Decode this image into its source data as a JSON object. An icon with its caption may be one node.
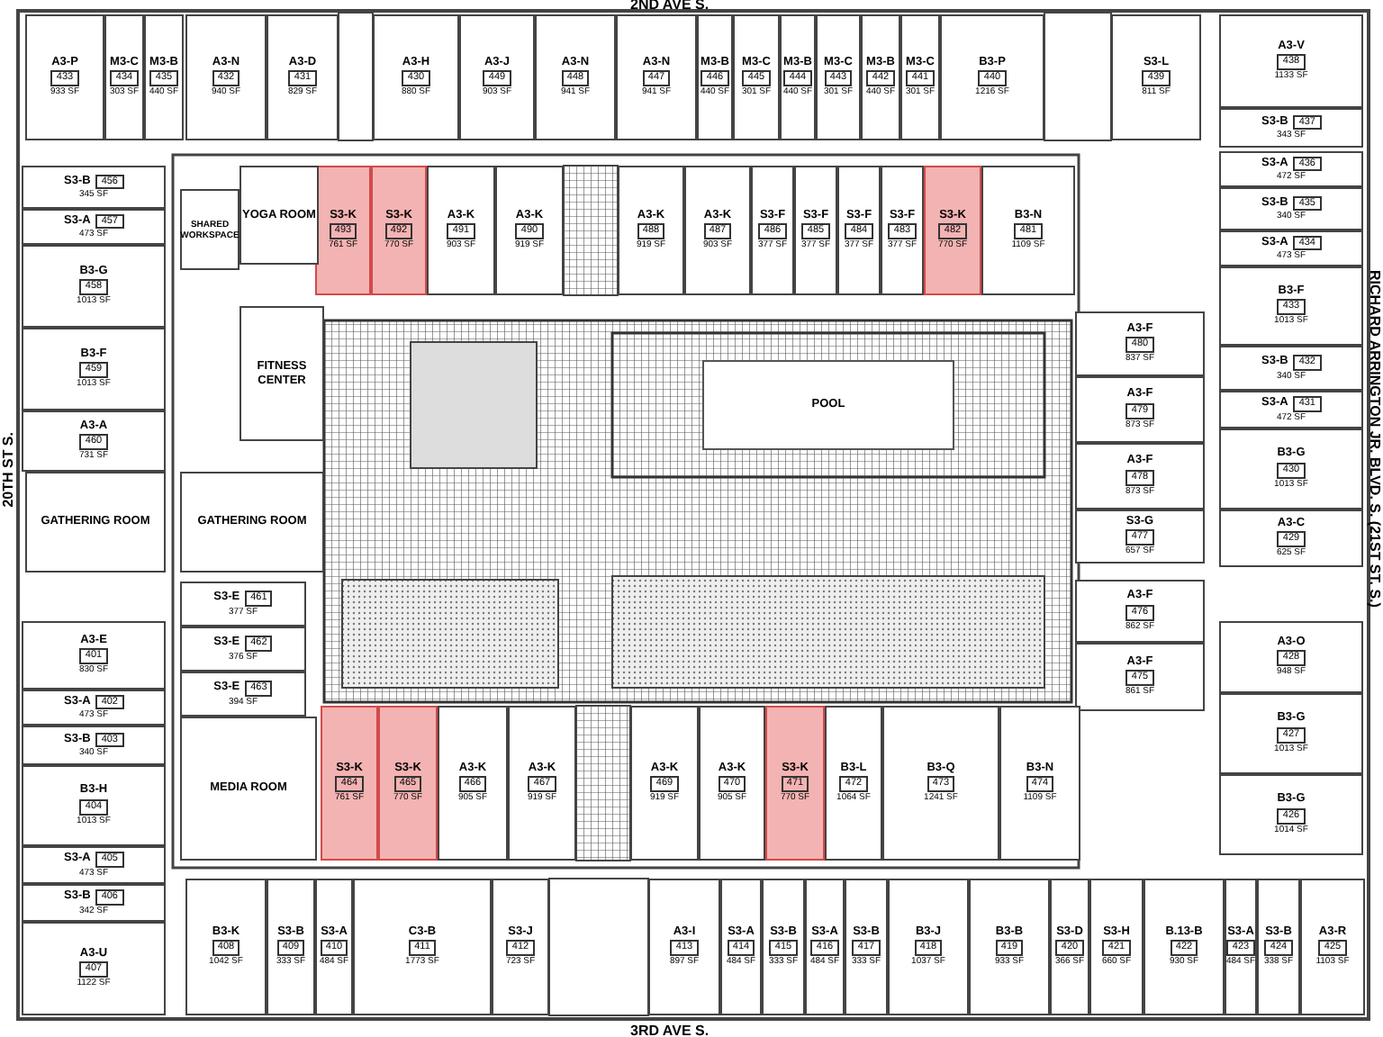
{
  "diagram": {
    "nodes": [
      {
        "text": [
          "A3-P",
          "433",
          "933 SF"
        ]
      },
      {
        "text": [
          "M3-C",
          "434",
          "303 SF"
        ]
      },
      {
        "text": [
          "M3-B",
          "435",
          "440 SF"
        ]
      },
      {
        "text": [
          "A3-N",
          "432",
          "940 SF"
        ]
      },
      {
        "text": [
          "A3-D",
          "431",
          "829 SF"
        ]
      },
      {
        "text": [
          "A3-H",
          "430",
          "880 SF"
        ]
      },
      {
        "text": [
          "A3-J",
          "449",
          "903 SF"
        ]
      },
      {
        "text": [
          "A3-N",
          "448",
          "941 SF"
        ]
      },
      {
        "text": [
          "A3-N",
          "447",
          "941 SF"
        ]
      },
      {
        "text": [
          "M3-B",
          "446",
          "440 SF"
        ]
      },
      {
        "text": [
          "M3-C",
          "445",
          "301 SF"
        ]
      },
      {
        "text": [
          "M3-B",
          "444",
          "440 SF"
        ]
      },
      {
        "text": [
          "M3-C",
          "443",
          "301 SF"
        ]
      },
      {
        "text": [
          "M3-B",
          "442",
          "440 SF"
        ]
      },
      {
        "text": [
          "M3-C",
          "441",
          "301 SF"
        ]
      },
      {
        "text": [
          "B3-P",
          "440",
          "1216 SF"
        ]
      },
      {
        "text": [
          "S3-L",
          "439",
          "811 SF"
        ]
      },
      {
        "text": [
          "A3-V",
          "438",
          "1133 SF"
        ]
      },
      {
        "text": [
          "S3-B",
          "437",
          "343 SF"
        ]
      },
      {
        "text": [
          "S3-A",
          "436",
          "472 SF"
        ]
      },
      {
        "text": [
          "S3-B",
          "435",
          "340 SF"
        ]
      },
      {
        "text": [
          "S3-A",
          "434",
          "473 SF"
        ]
      },
      {
        "text": [
          "B3-F",
          "433",
          "1013 SF"
        ]
      },
      {
        "text": [
          "S3-B",
          "432",
          "340 SF"
        ]
      },
      {
        "text": [
          "S3-A",
          "431",
          "472 SF"
        ]
      },
      {
        "text": [
          "B3-G",
          "430",
          "1013 SF"
        ]
      },
      {
        "text": [
          "A3-C",
          "429",
          "625 SF"
        ]
      },
      {
        "text": [
          "A3-O",
          "428",
          "948 SF"
        ]
      },
      {
        "text": [
          "B3-G",
          "427",
          "1013 SF"
        ]
      },
      {
        "text": [
          "B3-G",
          "426",
          "1014 SF"
        ]
      },
      {
        "text": [
          "A3-F",
          "480",
          "837 SF"
        ]
      },
      {
        "text": [
          "A3-F",
          "479",
          "873 SF"
        ]
      },
      {
        "text": [
          "A3-F",
          "478",
          "873 SF"
        ]
      },
      {
        "text": [
          "S3-G",
          "477",
          "657 SF"
        ]
      },
      {
        "text": [
          "A3-F",
          "476",
          "862 SF"
        ]
      },
      {
        "text": [
          "A3-F",
          "475",
          "861 SF"
        ]
      },
      {
        "text": [
          "S3-K",
          "493",
          "761 SF"
        ]
      },
      {
        "text": [
          "S3-K",
          "492",
          "770 SF"
        ]
      },
      {
        "text": [
          "A3-K",
          "491",
          "903 SF"
        ]
      },
      {
        "text": [
          "A3-K",
          "490",
          "919 SF"
        ]
      },
      {
        "text": [
          "A3-K",
          "488",
          "919 SF"
        ]
      },
      {
        "text": [
          "A3-K",
          "487",
          "903 SF"
        ]
      },
      {
        "text": [
          "S3-F",
          "486",
          "377 SF"
        ]
      },
      {
        "text": [
          "S3-F",
          "485",
          "377 SF"
        ]
      },
      {
        "text": [
          "S3-F",
          "484",
          "377 SF"
        ]
      },
      {
        "text": [
          "S3-F",
          "483",
          "377 SF"
        ]
      },
      {
        "text": [
          "S3-K",
          "482",
          "770 SF"
        ]
      },
      {
        "text": [
          "B3-N",
          "481",
          "1109 SF"
        ]
      },
      {
        "text": [
          "S3-B",
          "456",
          "345 SF"
        ]
      },
      {
        "text": [
          "S3-A",
          "457",
          "473 SF"
        ]
      },
      {
        "text": [
          "B3-G",
          "458",
          "1013 SF"
        ]
      },
      {
        "text": [
          "B3-F",
          "459",
          "1013 SF"
        ]
      },
      {
        "text": [
          "A3-A",
          "460",
          "731 SF"
        ]
      },
      {
        "text": [
          "SHARED WORKSPACE"
        ]
      },
      {
        "text": [
          "YOGA ROOM"
        ]
      },
      {
        "text": [
          "FITNESS CENTER"
        ]
      },
      {
        "text": [
          "GATHERING ROOM"
        ]
      },
      {
        "text": [
          "GATHERING ROOM"
        ]
      },
      {
        "text": [
          "POOL"
        ]
      },
      {
        "text": [
          "S3-E",
          "461",
          "377 SF"
        ]
      },
      {
        "text": [
          "S3-E",
          "462",
          "376 SF"
        ]
      },
      {
        "text": [
          "S3-E",
          "463",
          "394 SF"
        ]
      },
      {
        "text": [
          "MEDIA ROOM"
        ]
      },
      {
        "text": [
          "A3-E",
          "401",
          "830 SF"
        ]
      },
      {
        "text": [
          "S3-A",
          "402",
          "473 SF"
        ]
      },
      {
        "text": [
          "S3-B",
          "403",
          "340 SF"
        ]
      },
      {
        "text": [
          "B3-H",
          "404",
          "1013 SF"
        ]
      },
      {
        "text": [
          "S3-A",
          "405",
          "473 SF"
        ]
      },
      {
        "text": [
          "S3-B",
          "406",
          "342 SF"
        ]
      },
      {
        "text": [
          "A3-U",
          "407",
          "1122 SF"
        ]
      },
      {
        "text": [
          "S3-K",
          "464",
          "761 SF"
        ]
      },
      {
        "text": [
          "S3-K",
          "465",
          "770 SF"
        ]
      },
      {
        "text": [
          "A3-K",
          "466",
          "905 SF"
        ]
      },
      {
        "text": [
          "A3-K",
          "467",
          "919 SF"
        ]
      },
      {
        "text": [
          "A3-K",
          "469",
          "919 SF"
        ]
      },
      {
        "text": [
          "A3-K",
          "470",
          "905 SF"
        ]
      },
      {
        "text": [
          "S3-K",
          "471",
          "770 SF"
        ]
      },
      {
        "text": [
          "B3-L",
          "472",
          "1064 SF"
        ]
      },
      {
        "text": [
          "B3-Q",
          "473",
          "1241 SF"
        ]
      },
      {
        "text": [
          "B3-N",
          "474",
          "1109 SF"
        ]
      },
      {
        "text": [
          "B3-K",
          "408",
          "1042 SF"
        ]
      },
      {
        "text": [
          "S3-B",
          "409",
          "333 SF"
        ]
      },
      {
        "text": [
          "S3-A",
          "410",
          "484 SF"
        ]
      },
      {
        "text": [
          "C3-B",
          "411",
          "1773 SF"
        ]
      },
      {
        "text": [
          "S3-J",
          "412",
          "723 SF"
        ]
      },
      {
        "text": [
          "A3-I",
          "413",
          "897 SF"
        ]
      },
      {
        "text": [
          "S3-A",
          "414",
          "484 SF"
        ]
      },
      {
        "text": [
          "S3-B",
          "415",
          "333 SF"
        ]
      },
      {
        "text": [
          "S3-A",
          "416",
          "484 SF"
        ]
      },
      {
        "text": [
          "S3-B",
          "417",
          "333 SF"
        ]
      },
      {
        "text": [
          "B3-J",
          "418",
          "1037 SF"
        ]
      },
      {
        "text": [
          "B3-B",
          "419",
          "933 SF"
        ]
      },
      {
        "text": [
          "S3-D",
          "420",
          "366 SF"
        ]
      },
      {
        "text": [
          "S3-H",
          "421",
          "660 SF"
        ]
      },
      {
        "text": [
          "B.13-B",
          "422",
          "930 SF"
        ]
      },
      {
        "text": [
          "S3-A",
          "423",
          "484 SF"
        ]
      },
      {
        "text": [
          "S3-B",
          "424",
          "338 SF"
        ]
      },
      {
        "text": [
          "A3-R",
          "425",
          "1103 SF"
        ]
      }
    ],
    "labels": [
      "2ND AVE S.",
      "20TH ST S.",
      "RICHARD ARRINGTON JR. BLVD. S. (21ST ST. S.)",
      "3RD AVE S."
    ]
  }
}
